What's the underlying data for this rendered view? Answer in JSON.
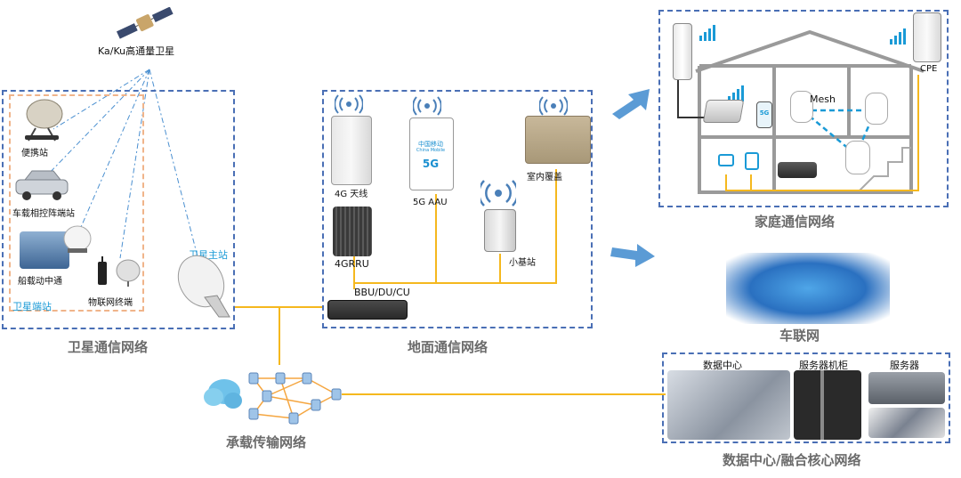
{
  "satellite": {
    "label": "Ka/Ku高通量卫星"
  },
  "satellite_network": {
    "title": "卫星通信网络",
    "terminal_group_label": "卫星端站",
    "main_station_label": "卫星主站",
    "terminals": [
      {
        "label": "便携站"
      },
      {
        "label": "车载相控阵端站"
      },
      {
        "label": "船载动中通"
      },
      {
        "label": "物联网终端"
      }
    ]
  },
  "ground_network": {
    "title": "地面通信网络",
    "devices": [
      {
        "label": "4G 天线"
      },
      {
        "label": "5G AAU"
      },
      {
        "label": "室内覆盖"
      },
      {
        "label": "4GRRU"
      },
      {
        "label": "小基站"
      },
      {
        "label": "BBU/DU/CU"
      }
    ],
    "aau_brand": "中国移动",
    "aau_brand_en": "China Mobile",
    "aau_tech": "5G"
  },
  "home_network": {
    "title": "家庭通信网络",
    "mesh_label": "Mesh",
    "cpe_label": "CPE",
    "phone_badge": "5G"
  },
  "vehicle_network": {
    "title": "车联网"
  },
  "transport_network": {
    "title": "承载传输网络"
  },
  "datacenter_network": {
    "title": "数据中心/融合核心网络",
    "items": [
      {
        "label": "数据中心"
      },
      {
        "label": "服务器机柜"
      },
      {
        "label": "服务器"
      }
    ]
  },
  "colors": {
    "box_border": "#4a6fb5",
    "terminal_border": "#f0b48a",
    "link_yellow": "#f5b81e",
    "arrow_blue": "#5b9bd5",
    "accent_cyan": "#1a9ad6"
  }
}
